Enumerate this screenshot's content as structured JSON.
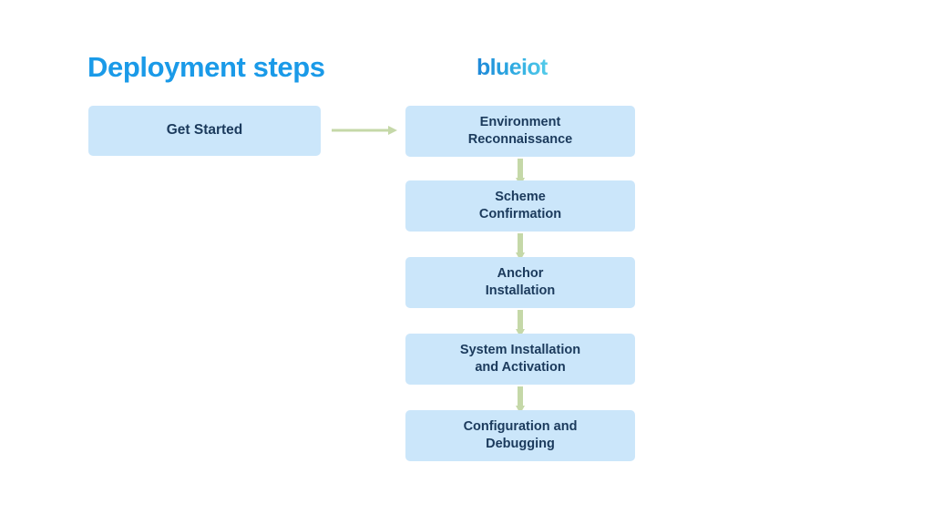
{
  "slide": {
    "title": "Deployment steps",
    "background_color": "#ffffff",
    "title_color": "#1a9ae8",
    "box_fill_color": "#cbe6fa",
    "box_text_color": "#1b3a5c",
    "arrow_color": "#c5d8a8"
  },
  "brand": {
    "name": "blueiot",
    "gradient_start": "#1e88d8",
    "gradient_end": "#53cbea"
  },
  "start": {
    "label": "Get Started"
  },
  "steps": [
    {
      "line1": "Environment",
      "line2": "Reconnaissance"
    },
    {
      "line1": "Scheme",
      "line2": "Confirmation"
    },
    {
      "line1": "Anchor",
      "line2": "Installation"
    },
    {
      "line1": "System Installation",
      "line2": "and Activation"
    },
    {
      "line1": "Configuration and",
      "line2": "Debugging"
    }
  ]
}
